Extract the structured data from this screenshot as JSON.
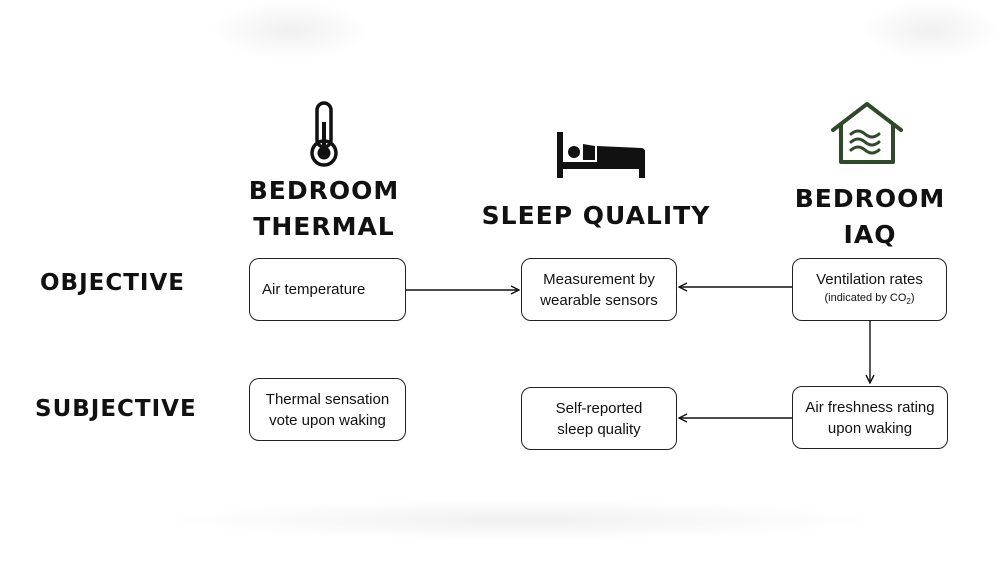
{
  "columns": {
    "thermal": [
      "BEDROOM",
      "THERMAL"
    ],
    "sleep": "SLEEP QUALITY",
    "iaq": [
      "BEDROOM",
      "IAQ"
    ]
  },
  "rows": {
    "objective": "OBJECTIVE",
    "subjective": "SUBJECTIVE"
  },
  "boxes": {
    "air_temperature": [
      "Air temperature"
    ],
    "measurement": [
      "Measurement by",
      "wearable sensors"
    ],
    "ventilation": [
      "Ventilation rates"
    ],
    "ventilation_note_prefix": "(indicated by CO",
    "ventilation_note_sub": "2",
    "ventilation_note_suffix": ")",
    "thermal_sensation": [
      "Thermal sensation",
      "vote upon waking"
    ],
    "self_reported": [
      "Self-reported",
      "sleep quality"
    ],
    "air_freshness": [
      "Air freshness rating",
      "upon waking"
    ]
  },
  "icons": {
    "thermal": "thermometer-icon",
    "sleep": "bed-icon",
    "iaq": "house-air-icon"
  },
  "colors": {
    "iaq_icon": "#2f4a2a",
    "ink": "#111111"
  }
}
